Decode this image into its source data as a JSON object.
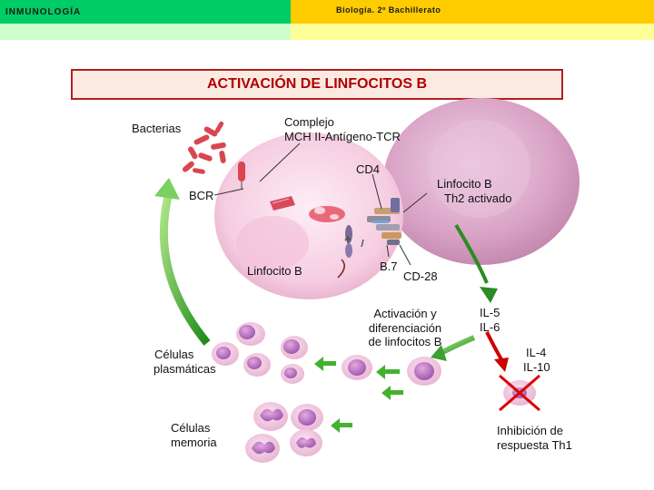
{
  "header": {
    "left_title": "INMUNOLOGÍA",
    "right_title": "Biología. 2º Bachillerato"
  },
  "title": "ACTIVACIÓN DE LINFOCITOS B",
  "labels": {
    "bacterias": "Bacterias",
    "complejo_line1": "Complejo",
    "complejo_line2": "MCH II-Antígeno-TCR",
    "cd4": "CD4",
    "bcr": "BCR",
    "linfocito_th2_line1": "Linfocito B",
    "linfocito_th2_line2": "Th2 activado",
    "linfocito_b": "Linfocito B",
    "b7": "B.7",
    "cd28": "CD-28",
    "activacion_line1": "Activación y",
    "activacion_line2": "diferenciación",
    "activacion_line3": "de linfocitos B",
    "il5": "IL-5",
    "il6": "IL-6",
    "il4": "IL-4",
    "il10": "IL-10",
    "plasmaticas_line1": "Células",
    "plasmaticas_line2": "plasmáticas",
    "memoria_line1": "Células",
    "memoria_line2": "memoria",
    "inhibicion_line1": "Inhibición de",
    "inhibicion_line2": "respuesta Th1"
  },
  "colors": {
    "header_green": "#00cc66",
    "header_yellow": "#ffcc00",
    "title_red": "#b00000",
    "cell_pink": "#f6cfe2",
    "th2_cell": "#d9a3c6",
    "arrow_green": "#33aa22",
    "arrow_red": "#cc0000"
  }
}
